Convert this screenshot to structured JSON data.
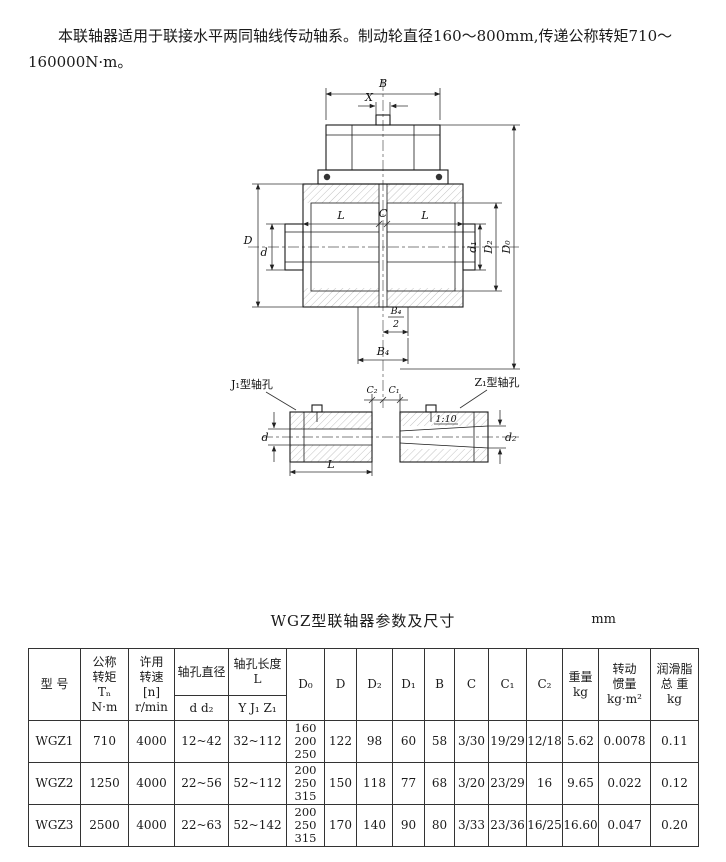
{
  "intro": {
    "text": "　　本联轴器适用于联接水平两同轴线传动轴系。制动轮直径160～800mm,传递公称转矩710～160000N·m。"
  },
  "drawing": {
    "labels": {
      "B": "B",
      "X": "X",
      "D": "D",
      "d": "d",
      "d1": "d₁",
      "D2": "D₂",
      "D0": "D₀",
      "L1": "L",
      "C": "C",
      "L2": "L",
      "B4_half_num": "B₄",
      "B4_half_den": "2",
      "B4": "B₄",
      "j1_title": "J₁型轴孔",
      "z1_title": "Z₁型轴孔",
      "C2": "C₂",
      "C1": "C₁",
      "taper": "1:10",
      "d_detail": "d",
      "L_detail": "L",
      "d2_detail": "d₂"
    }
  },
  "table": {
    "title": "WGZ型联轴器参数及尺寸",
    "unit": "mm",
    "header": {
      "model": "型 号",
      "torque": "公称\n转矩\nTₙ\nN·m",
      "speed": "许用\n转速\n[n]\nr/min",
      "bore_dia": "轴孔直径",
      "bore_dia_sub": "d d₂",
      "bore_len": "轴孔长度\nL",
      "bore_len_sub": "Y J₁ Z₁",
      "D0": "D₀",
      "D": "D",
      "D2": "D₂",
      "D1": "D₁",
      "B": "B",
      "C": "C",
      "C1": "C₁",
      "C2": "C₂",
      "weight": "重量\nkg",
      "inertia": "转动\n惯量\nkg·m²",
      "grease": "润滑脂\n总 重\nkg"
    },
    "rows": [
      {
        "model": "WGZ1",
        "torque": "710",
        "speed": "4000",
        "bore_dia": "12~42",
        "bore_len": "32~112",
        "D0": "160\n200\n250",
        "D": "122",
        "D2": "98",
        "D1": "60",
        "B": "58",
        "C": "3/30",
        "C1": "19/29",
        "C2": "12/18",
        "weight": "5.62",
        "inertia": "0.0078",
        "grease": "0.11"
      },
      {
        "model": "WGZ2",
        "torque": "1250",
        "speed": "4000",
        "bore_dia": "22~56",
        "bore_len": "52~112",
        "D0": "200\n250\n315",
        "D": "150",
        "D2": "118",
        "D1": "77",
        "B": "68",
        "C": "3/20",
        "C1": "23/29",
        "C2": "16",
        "weight": "9.65",
        "inertia": "0.022",
        "grease": "0.12"
      },
      {
        "model": "WGZ3",
        "torque": "2500",
        "speed": "4000",
        "bore_dia": "22~63",
        "bore_len": "52~142",
        "D0": "200\n250\n315",
        "D": "170",
        "D2": "140",
        "D1": "90",
        "B": "80",
        "C": "3/33",
        "C1": "23/36",
        "C2": "16/25",
        "weight": "16.60",
        "inertia": "0.047",
        "grease": "0.20"
      }
    ]
  }
}
